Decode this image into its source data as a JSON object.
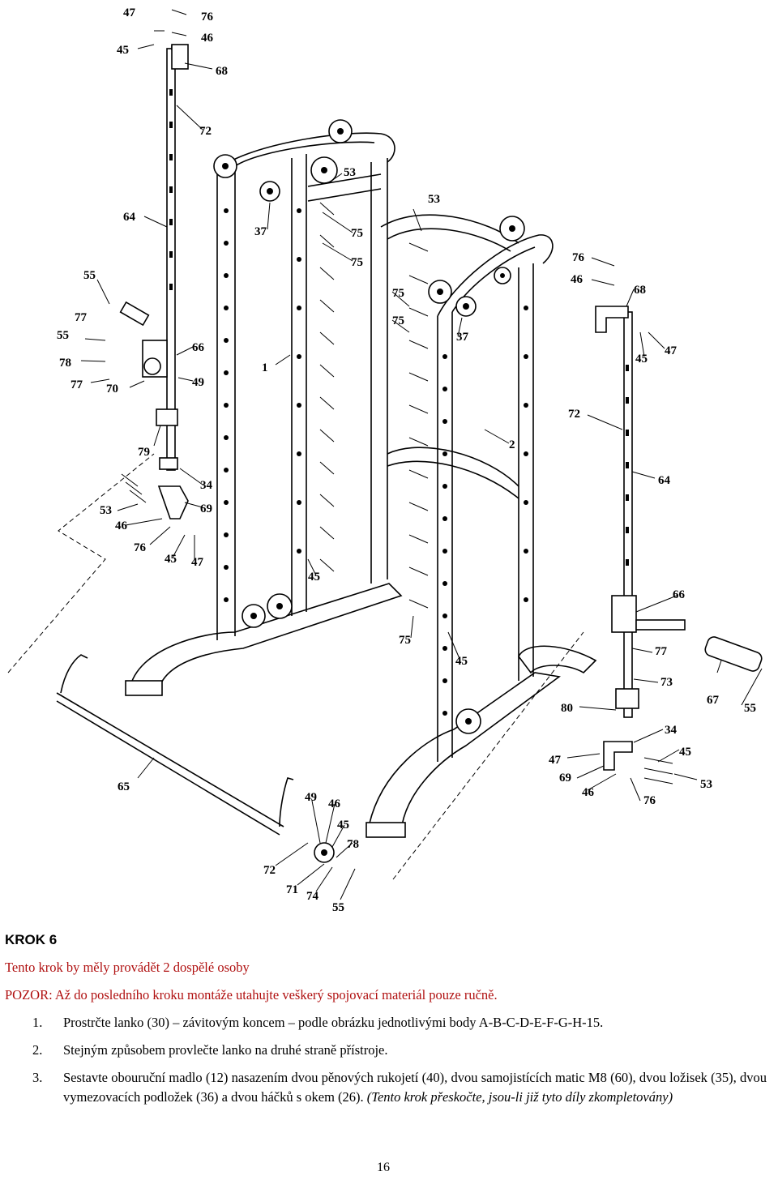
{
  "callouts": [
    "47",
    "76",
    "46",
    "45",
    "68",
    "72",
    "64",
    "55",
    "77",
    "55",
    "78",
    "77",
    "70",
    "66",
    "49",
    "79",
    "34",
    "69",
    "53",
    "46",
    "76",
    "45",
    "47",
    "1",
    "37",
    "53",
    "53",
    "75",
    "75",
    "75",
    "75",
    "37",
    "2",
    "45",
    "75",
    "45",
    "76",
    "46",
    "68",
    "45",
    "47",
    "72",
    "64",
    "66",
    "77",
    "73",
    "67",
    "55",
    "80",
    "34",
    "45",
    "47",
    "69",
    "46",
    "76",
    "53",
    "65",
    "49",
    "46",
    "45",
    "78",
    "72",
    "71",
    "74",
    "55"
  ],
  "step": {
    "heading": "KROK 6",
    "note": "Tento krok by měly provádět 2 dospělé osoby",
    "warning": "POZOR: Až do posledního kroku montáže utahujte veškerý spojovací materiál pouze ručně.",
    "items": [
      {
        "num": "1.",
        "text": "Prostrčte lanko (30) – závitovým koncem – podle obrázku jednotlivými body A-B-C-D-E-F-G-H-15."
      },
      {
        "num": "2.",
        "text": "Stejným způsobem provlečte lanko na druhé straně přístroje."
      },
      {
        "num": "3.",
        "text": "Sestavte obouruční madlo (12) nasazením dvou pěnových rukojetí (40), dvou samojistících matic M8 (60), dvou ložisek (35), dvou vymezovacích podložek (36) a dvou háčků s okem (26).",
        "note": "(Tento krok přeskočte, jsou-li již tyto díly zkompletovány)"
      }
    ]
  },
  "page_number": "16"
}
